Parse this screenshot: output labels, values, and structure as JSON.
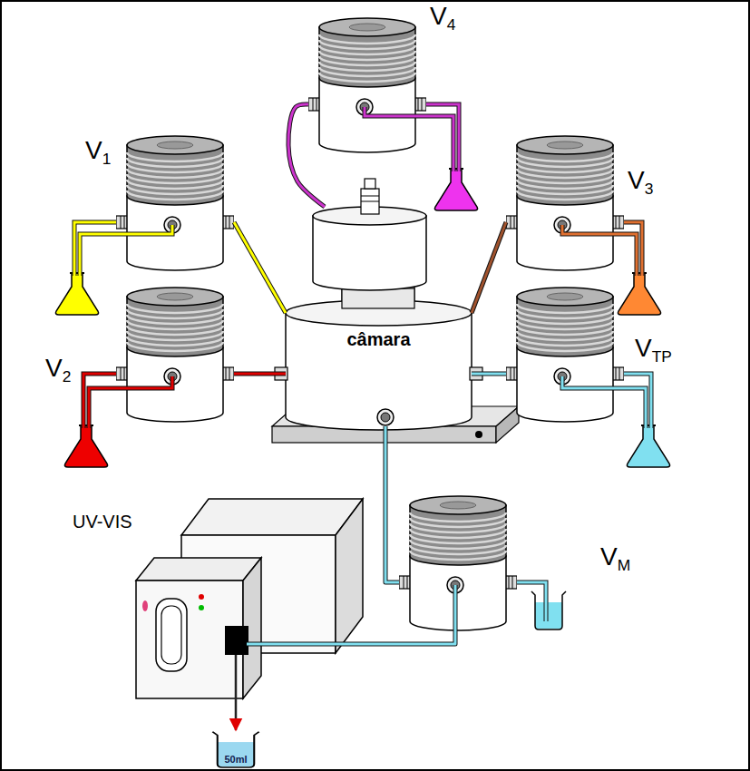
{
  "diagram": {
    "nodes": [
      {
        "text": [
          "V4"
        ]
      },
      {
        "text": [
          "V1"
        ]
      },
      {
        "text": [
          "V3"
        ]
      },
      {
        "text": [
          "V2"
        ]
      },
      {
        "text": [
          "câmara"
        ]
      },
      {
        "text": [
          "VTP"
        ]
      },
      {
        "text": [
          "UV-VIS"
        ]
      },
      {
        "text": [
          "VM"
        ]
      },
      {
        "text": [
          "50ml"
        ]
      }
    ],
    "edges": [
      {
        "from": 1,
        "to": 4,
        "arrow": "none"
      },
      {
        "from": 3,
        "to": 4,
        "arrow": "none"
      },
      {
        "from": 2,
        "to": 4,
        "arrow": "none"
      },
      {
        "from": 0,
        "to": 4,
        "arrow": "none"
      },
      {
        "from": 5,
        "to": 4,
        "arrow": "none"
      },
      {
        "from": 4,
        "to": 7,
        "arrow": "none"
      },
      {
        "from": 7,
        "to": 6,
        "arrow": "none"
      },
      {
        "from": 6,
        "to": 8,
        "arrow": "to"
      }
    ]
  }
}
